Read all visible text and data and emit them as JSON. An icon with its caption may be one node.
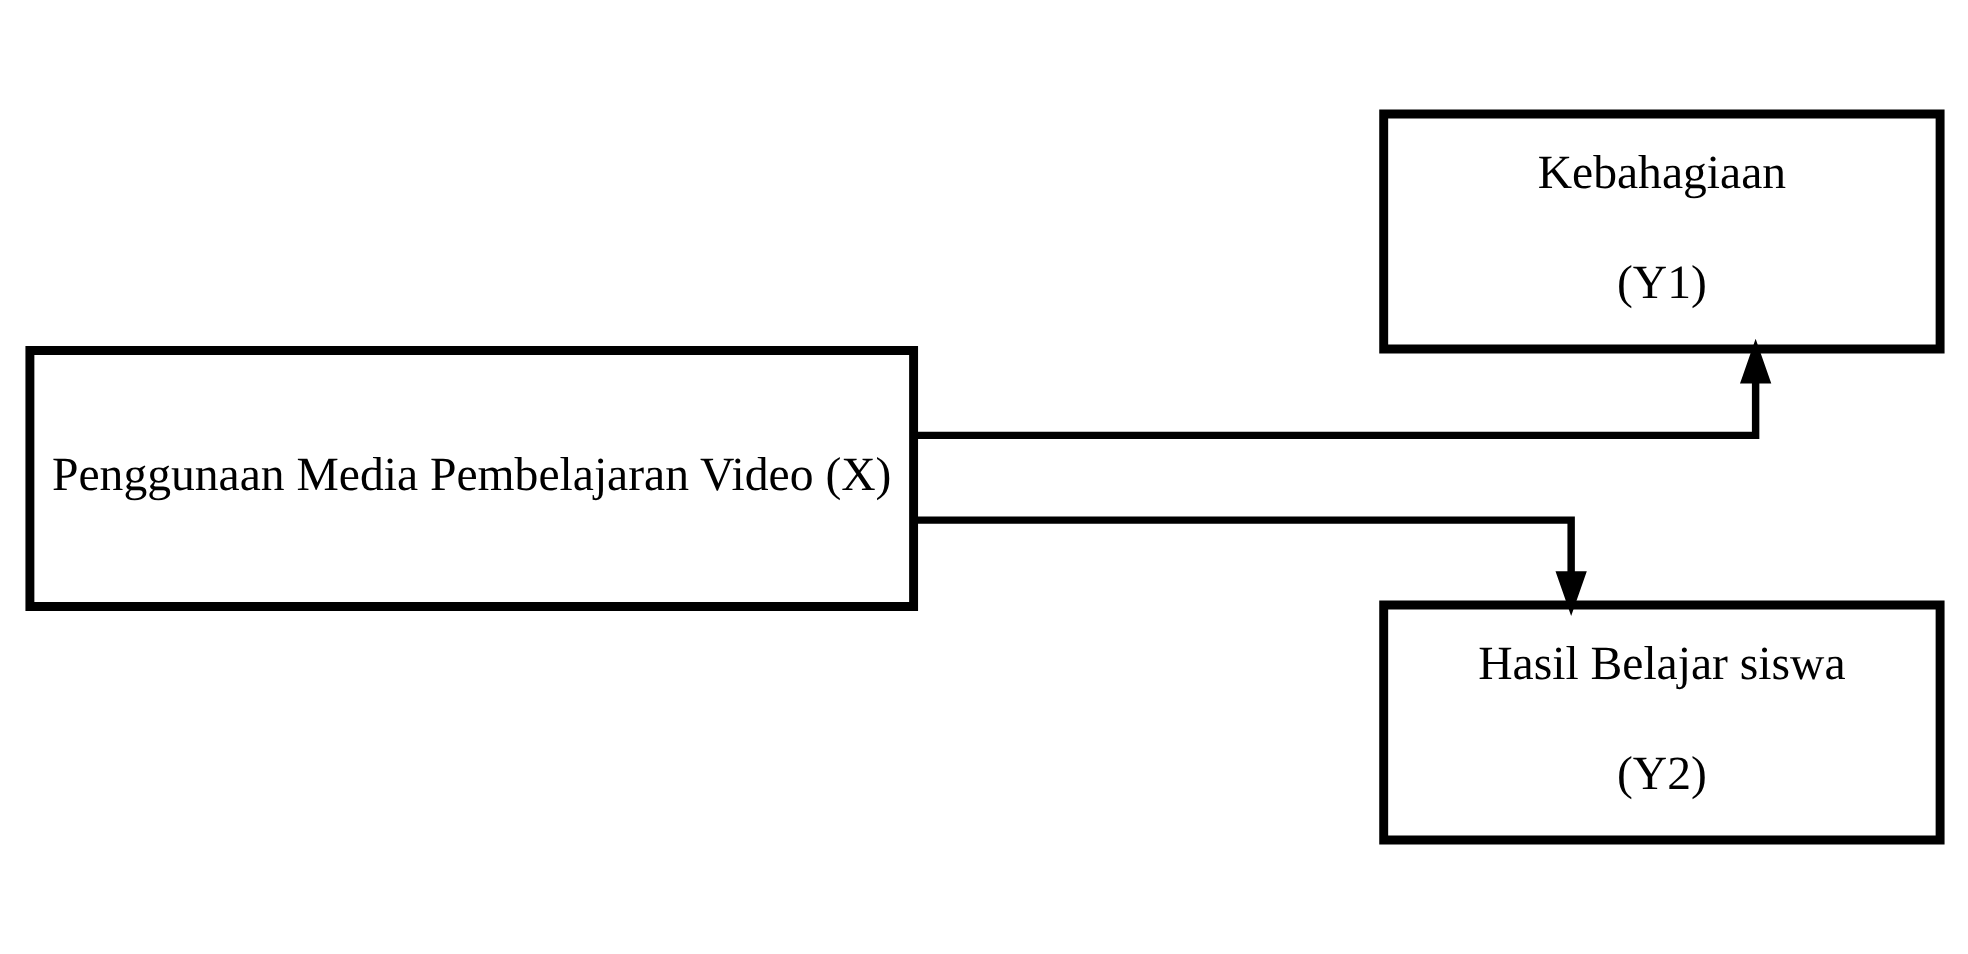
{
  "diagram": {
    "nodes": [
      {
        "text": [
          "Penggunaan Media Pembelajaran Video (X)"
        ]
      },
      {
        "text": [
          "Kebahagiaan",
          "(Y1)"
        ]
      },
      {
        "text": [
          "Hasil Belajar siswa",
          "(Y2)"
        ]
      }
    ],
    "edges": [
      {
        "from": 0,
        "to": 1,
        "arrow": "to"
      },
      {
        "from": 0,
        "to": 2,
        "arrow": "to"
      }
    ]
  }
}
